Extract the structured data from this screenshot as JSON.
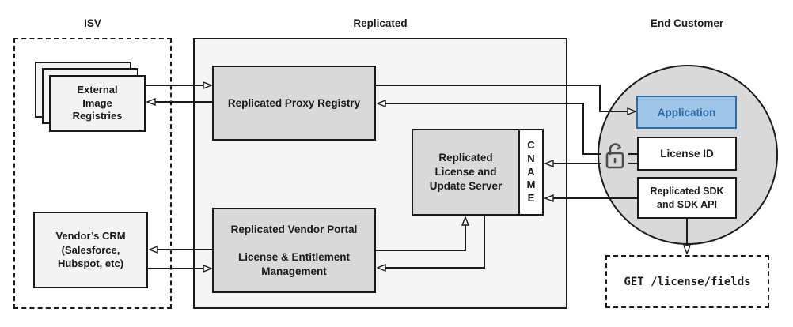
{
  "sections": {
    "isv": {
      "title": "ISV"
    },
    "replicated": {
      "title": "Replicated"
    },
    "end_customer": {
      "title": "End Customer"
    }
  },
  "nodes": {
    "external_image_registries": {
      "label": "External\nImage\nRegistries"
    },
    "vendors_crm": {
      "label": "Vendor’s CRM\n(Salesforce,\nHubspot, etc)"
    },
    "replicated_proxy_registry": {
      "label": "Replicated Proxy Registry"
    },
    "replicated_license_update_server": {
      "label": "Replicated\nLicense and\nUpdate Server"
    },
    "cname": {
      "label": "C\nN\nA\nM\nE"
    },
    "replicated_vendor_portal": {
      "label": "Replicated Vendor Portal\n\nLicense & Entitlement\nManagement"
    },
    "application": {
      "label": "Application"
    },
    "license_id": {
      "label": "License ID"
    },
    "replicated_sdk": {
      "label": "Replicated SDK\nand SDK API"
    },
    "get_license_fields": {
      "label": "GET /license/fields"
    }
  },
  "icons": {
    "lock": "open-padlock-icon"
  },
  "colors": {
    "line": "#1a1a1a",
    "box_gray": "#d9d9d9",
    "box_light": "#f3f3f3",
    "container_fill": "#f5f5f5",
    "circle_fill": "#d9d9d9",
    "application_fill": "#9fc5e8",
    "application_border": "#2e6da4",
    "application_text": "#2d6ca8"
  }
}
